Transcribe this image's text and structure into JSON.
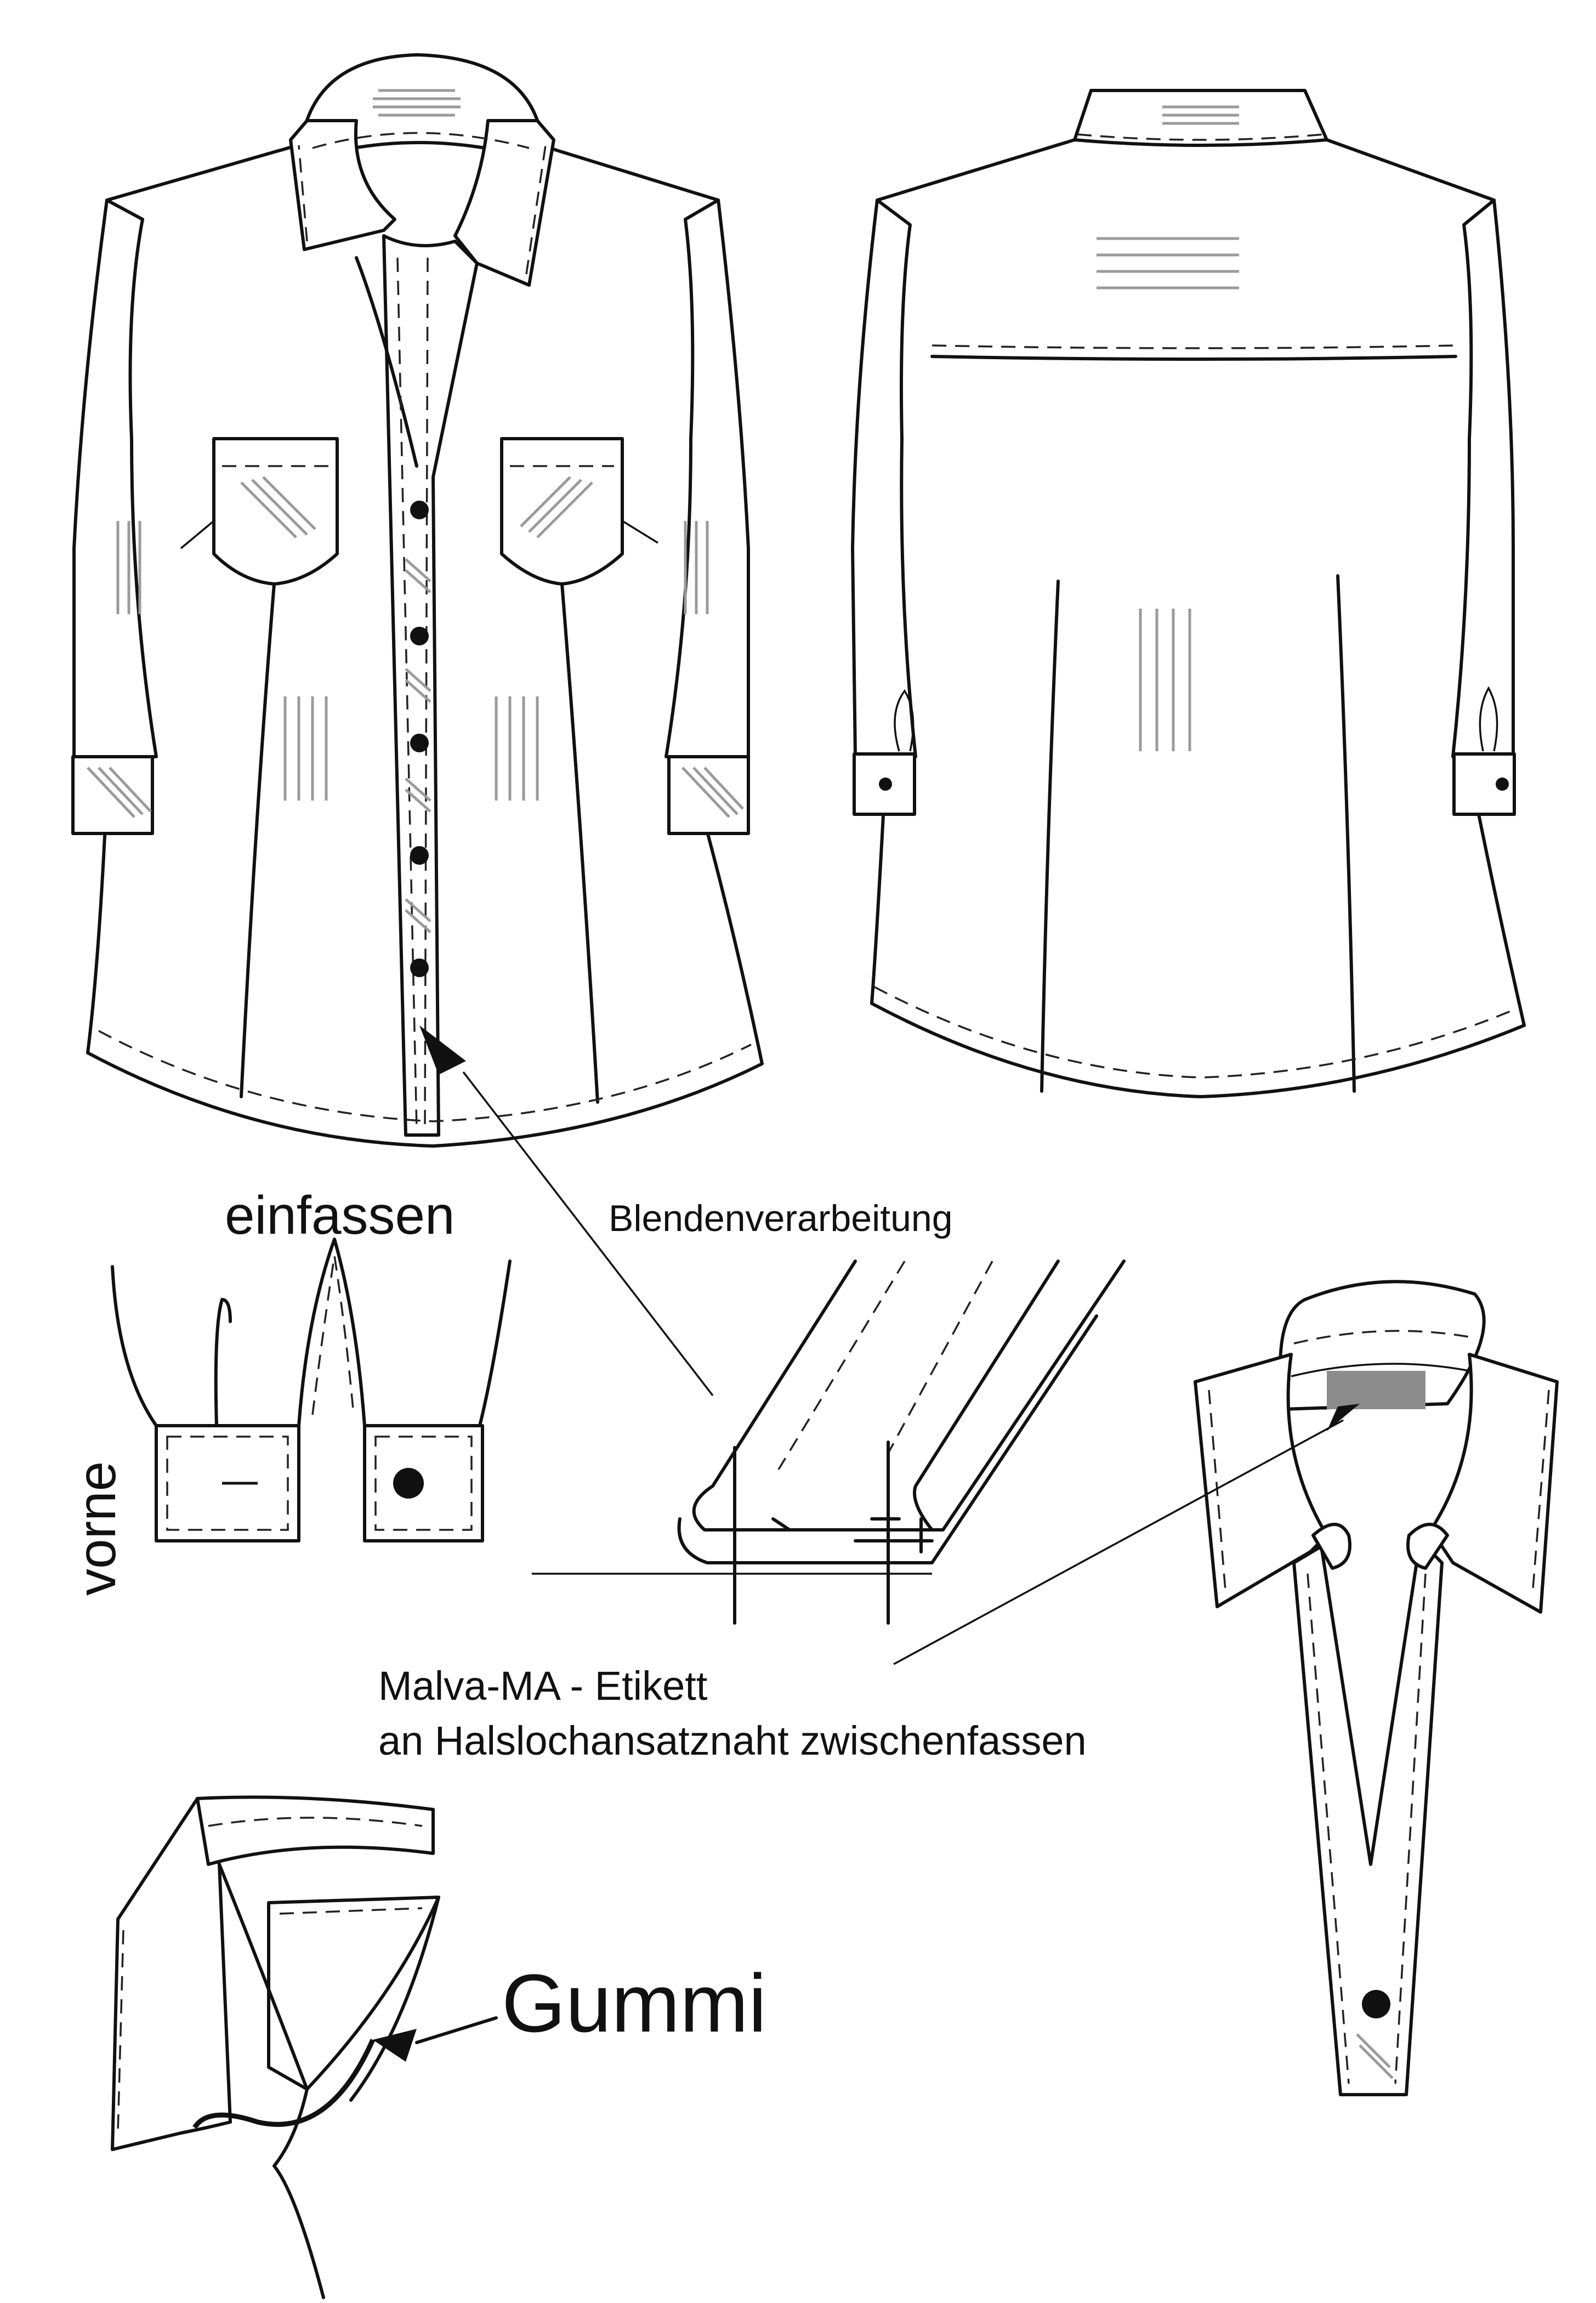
{
  "colors": {
    "line": "#111111",
    "hatch": "#9a9a9a",
    "label_patch": "#8c8c8c",
    "background": "#ffffff"
  },
  "labels": {
    "einfassen": "einfassen",
    "vorne": "vorne",
    "blendenverarbeitung": "Blendenverarbeitung",
    "etikett_line1": "Malva-MA - Etikett",
    "etikett_line2": "an Halslochansatznaht zwischenfassen",
    "gummi": "Gummi"
  },
  "icons": {
    "button": "button-icon",
    "arrow": "arrowhead-icon"
  }
}
